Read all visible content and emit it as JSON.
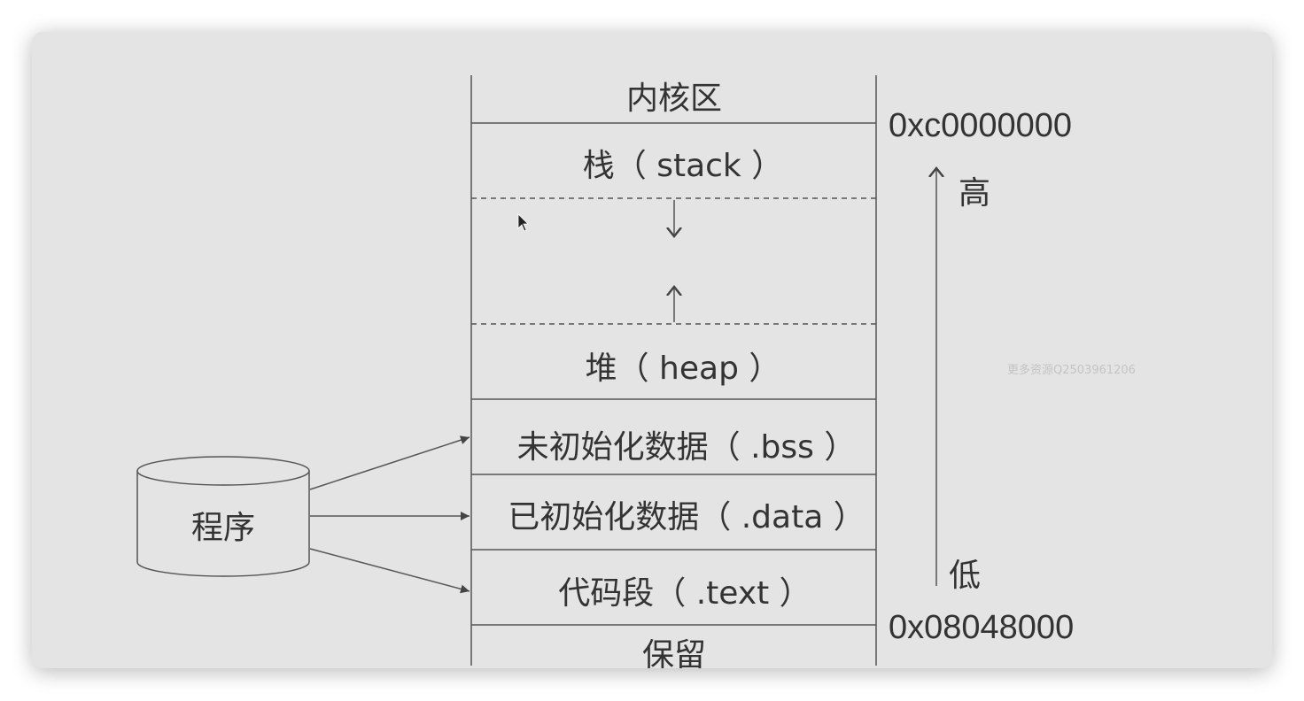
{
  "segments": {
    "kernel": "内核区",
    "stack": "栈（ stack ）",
    "heap": "堆（ heap ）",
    "bss": "未初始化数据（ .bss ）",
    "data": "已初始化数据（ .data ）",
    "text": "代码段（ .text ）",
    "reserved": "保留"
  },
  "addresses": {
    "high": "0xc0000000",
    "low": "0x08048000"
  },
  "direction": {
    "high": "高",
    "low": "低"
  },
  "program": "程序",
  "watermark": "更多资源Q2503961206",
  "colors": {
    "background": "#e4e4e4",
    "line": "#555555",
    "text": "#333333"
  }
}
